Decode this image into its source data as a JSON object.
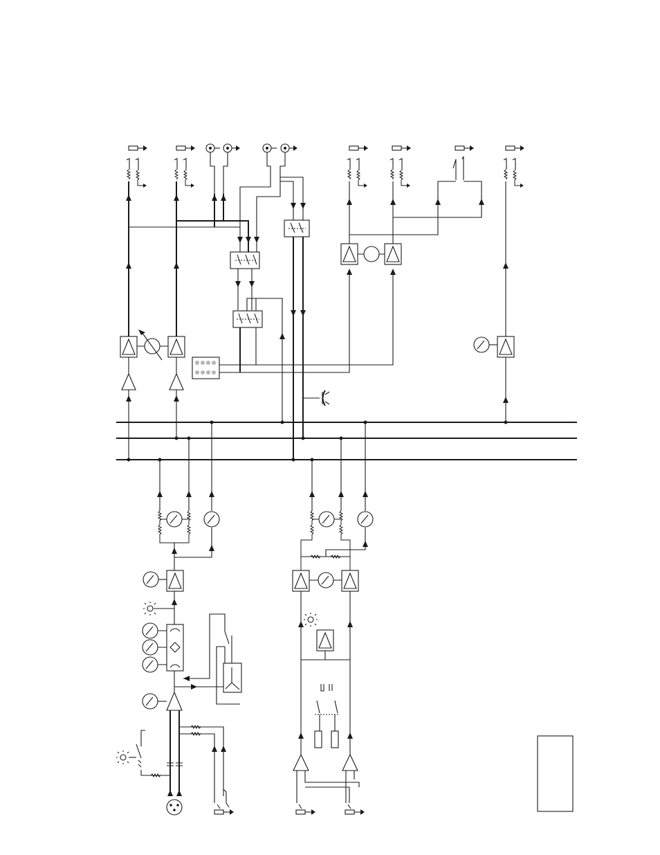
{
  "diagram": {
    "kind": "mixer-channel-block-diagram",
    "stroke_color": "#1a1a1a",
    "background_color": "#ffffff",
    "buses": [
      "bus-line-1",
      "bus-line-2",
      "bus-line-3"
    ],
    "symbols": [
      "jack-output-icon",
      "rca-connector-icon",
      "xlr-input-icon",
      "amplifier-triangle-icon",
      "vca-fader-icon",
      "rotary-pot-icon",
      "resistor-icon",
      "switch-icon",
      "eq-block-icon",
      "led-indicator-icon",
      "headphone-icon",
      "keypad-icon",
      "compressor-icon"
    ]
  }
}
